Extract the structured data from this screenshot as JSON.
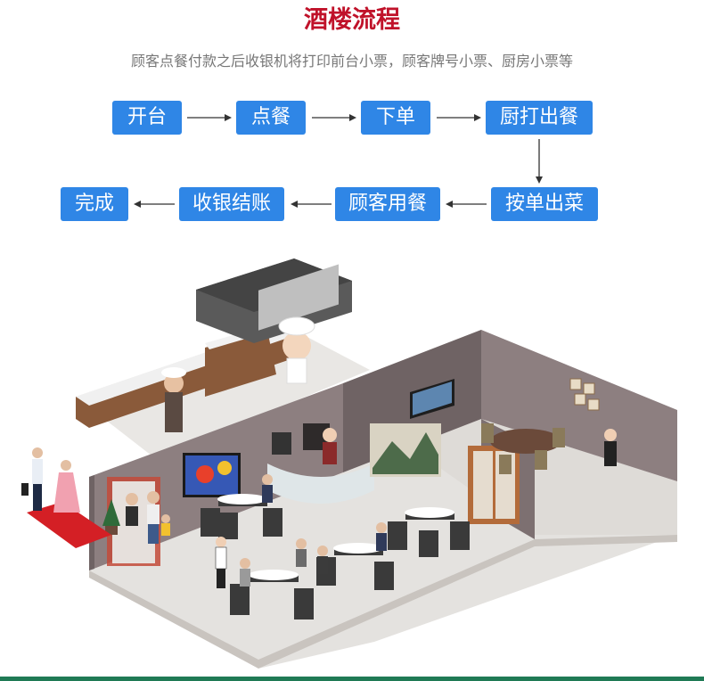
{
  "header": {
    "title": "酒楼流程",
    "subtitle": "顾客点餐付款之后收银机将打印前台小票，顾客牌号小票、厨房小票等"
  },
  "flow": {
    "steps": [
      {
        "id": "open_table",
        "label": "开台"
      },
      {
        "id": "order",
        "label": "点餐"
      },
      {
        "id": "place_order",
        "label": "下单"
      },
      {
        "id": "kitchen_print",
        "label": "厨打出餐"
      },
      {
        "id": "serve",
        "label": "按单出菜"
      },
      {
        "id": "dining",
        "label": "顾客用餐"
      },
      {
        "id": "checkout",
        "label": "收银结账"
      },
      {
        "id": "done",
        "label": "完成"
      }
    ]
  },
  "colors": {
    "title": "#c0122a",
    "subtitle": "#777777",
    "step_fill": "#2f86e6",
    "arrow": "#333333",
    "floor": "#e4e2df",
    "wall": "#8d7f80",
    "wall_dark": "#6f6364",
    "cabinet": "#8a5a3a",
    "bottom_line": "#1f7a55"
  },
  "scene": {
    "icons": [
      "restaurant-floorplan-illustration",
      "kitchen-icon",
      "chef-icon",
      "cashier-icon",
      "waiter-icon",
      "dining-table-icon",
      "tv-icon",
      "painting-icon",
      "red-carpet-icon"
    ]
  }
}
